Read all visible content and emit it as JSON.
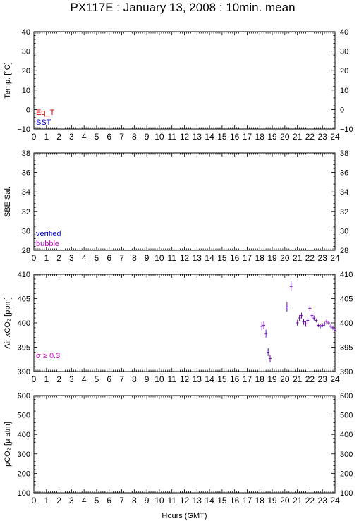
{
  "title": "PX117E : January 13, 2008 : 10min. mean",
  "colors": {
    "ink": "#000000",
    "red": "#cc0000",
    "blue": "#0000cc",
    "magenta": "#cc00cc",
    "purple": "#6a0dad"
  },
  "chart_data": [
    {
      "type": "scatter",
      "panel": "temperature",
      "ylabel": "Temp. [°C]",
      "xlim": [
        0,
        24
      ],
      "ylim": [
        -10,
        40
      ],
      "yticks": [
        -10,
        0,
        10,
        20,
        30,
        40
      ],
      "ytick_labels": [
        "−10",
        "0",
        "10",
        "20",
        "30",
        "40"
      ],
      "xtick_labels": [
        "0",
        "1",
        "2",
        "3",
        "4",
        "5",
        "6",
        "7",
        "8",
        "9",
        "10",
        "11",
        "12",
        "13",
        "14",
        "15",
        "16",
        "17",
        "18",
        "19",
        "20",
        "21",
        "22",
        "23",
        "24"
      ],
      "legend": [
        {
          "name": "Eq_T",
          "color": "#cc0000"
        },
        {
          "name": "SST",
          "color": "#0000cc"
        }
      ],
      "series": []
    },
    {
      "type": "scatter",
      "panel": "salinity",
      "ylabel": "SBE Sal.",
      "xlim": [
        0,
        24
      ],
      "ylim": [
        28,
        38
      ],
      "yticks": [
        28,
        30,
        32,
        34,
        36,
        38
      ],
      "ytick_labels": [
        "28",
        "30",
        "32",
        "34",
        "36",
        "38"
      ],
      "xtick_labels": [
        "0",
        "1",
        "2",
        "3",
        "4",
        "5",
        "6",
        "7",
        "8",
        "9",
        "10",
        "11",
        "12",
        "13",
        "14",
        "15",
        "16",
        "17",
        "18",
        "19",
        "20",
        "21",
        "22",
        "23",
        "24"
      ],
      "legend": [
        {
          "name": "verified",
          "color": "#0000cc"
        },
        {
          "name": "bubble",
          "color": "#cc00cc"
        }
      ],
      "series": []
    },
    {
      "type": "scatter",
      "panel": "air_xco2",
      "ylabel": "Air xCO₂ [ppm]",
      "xlim": [
        0,
        24
      ],
      "ylim": [
        390,
        410
      ],
      "yticks": [
        390,
        395,
        400,
        405,
        410
      ],
      "ytick_labels": [
        "390",
        "395",
        "400",
        "405",
        "410"
      ],
      "xtick_labels": [
        "0",
        "1",
        "2",
        "3",
        "4",
        "5",
        "6",
        "7",
        "8",
        "9",
        "10",
        "11",
        "12",
        "13",
        "14",
        "15",
        "16",
        "17",
        "18",
        "19",
        "20",
        "21",
        "22",
        "23",
        "24"
      ],
      "legend": [
        {
          "name": "σ ≥ 0.3",
          "color": "#cc00cc"
        }
      ],
      "series": [
        {
          "color": "#6a0dad",
          "points": [
            {
              "x": 18.17,
              "y": 399.3,
              "err": 0.8
            },
            {
              "x": 18.33,
              "y": 399.5,
              "err": 0.8
            },
            {
              "x": 18.5,
              "y": 397.8,
              "err": 0.8
            },
            {
              "x": 18.67,
              "y": 394.0,
              "err": 0.8
            },
            {
              "x": 18.83,
              "y": 392.7,
              "err": 0.8
            },
            {
              "x": 20.17,
              "y": 403.3,
              "err": 1.0
            },
            {
              "x": 20.5,
              "y": 407.5,
              "err": 1.0
            },
            {
              "x": 21.0,
              "y": 400.0,
              "err": 0.6
            },
            {
              "x": 21.17,
              "y": 401.0,
              "err": 0.6
            },
            {
              "x": 21.33,
              "y": 401.5,
              "err": 0.6
            },
            {
              "x": 21.5,
              "y": 400.2,
              "err": 0.6
            },
            {
              "x": 21.67,
              "y": 399.8,
              "err": 0.6
            },
            {
              "x": 21.83,
              "y": 400.5,
              "err": 0.6
            },
            {
              "x": 22.0,
              "y": 403.0,
              "err": 0.6
            },
            {
              "x": 22.17,
              "y": 401.5,
              "err": 0.5
            },
            {
              "x": 22.33,
              "y": 401.0,
              "err": 0.5
            },
            {
              "x": 22.5,
              "y": 400.5,
              "err": 0.4
            },
            {
              "x": 22.67,
              "y": 399.5,
              "err": 0.4
            },
            {
              "x": 22.83,
              "y": 399.3,
              "err": 0.4
            },
            {
              "x": 23.0,
              "y": 399.5,
              "err": 0.4
            },
            {
              "x": 23.17,
              "y": 399.8,
              "err": 0.4
            },
            {
              "x": 23.33,
              "y": 400.3,
              "err": 0.4
            },
            {
              "x": 23.5,
              "y": 400.0,
              "err": 0.4
            },
            {
              "x": 23.67,
              "y": 399.3,
              "err": 0.4
            },
            {
              "x": 23.83,
              "y": 399.0,
              "err": 0.4
            },
            {
              "x": 24.0,
              "y": 398.5,
              "err": 0.4
            }
          ]
        }
      ]
    },
    {
      "type": "scatter",
      "panel": "pco2",
      "ylabel": "pCO₂ [μ atm]",
      "xlabel": "Hours (GMT)",
      "xlim": [
        0,
        24
      ],
      "ylim": [
        100,
        600
      ],
      "yticks": [
        100,
        200,
        300,
        400,
        500,
        600
      ],
      "ytick_labels": [
        "100",
        "200",
        "300",
        "400",
        "500",
        "600"
      ],
      "xtick_labels": [
        "0",
        "1",
        "2",
        "3",
        "4",
        "5",
        "6",
        "7",
        "8",
        "9",
        "10",
        "11",
        "12",
        "13",
        "14",
        "15",
        "16",
        "17",
        "18",
        "19",
        "20",
        "21",
        "22",
        "23",
        "24"
      ],
      "legend": [],
      "series": []
    }
  ]
}
